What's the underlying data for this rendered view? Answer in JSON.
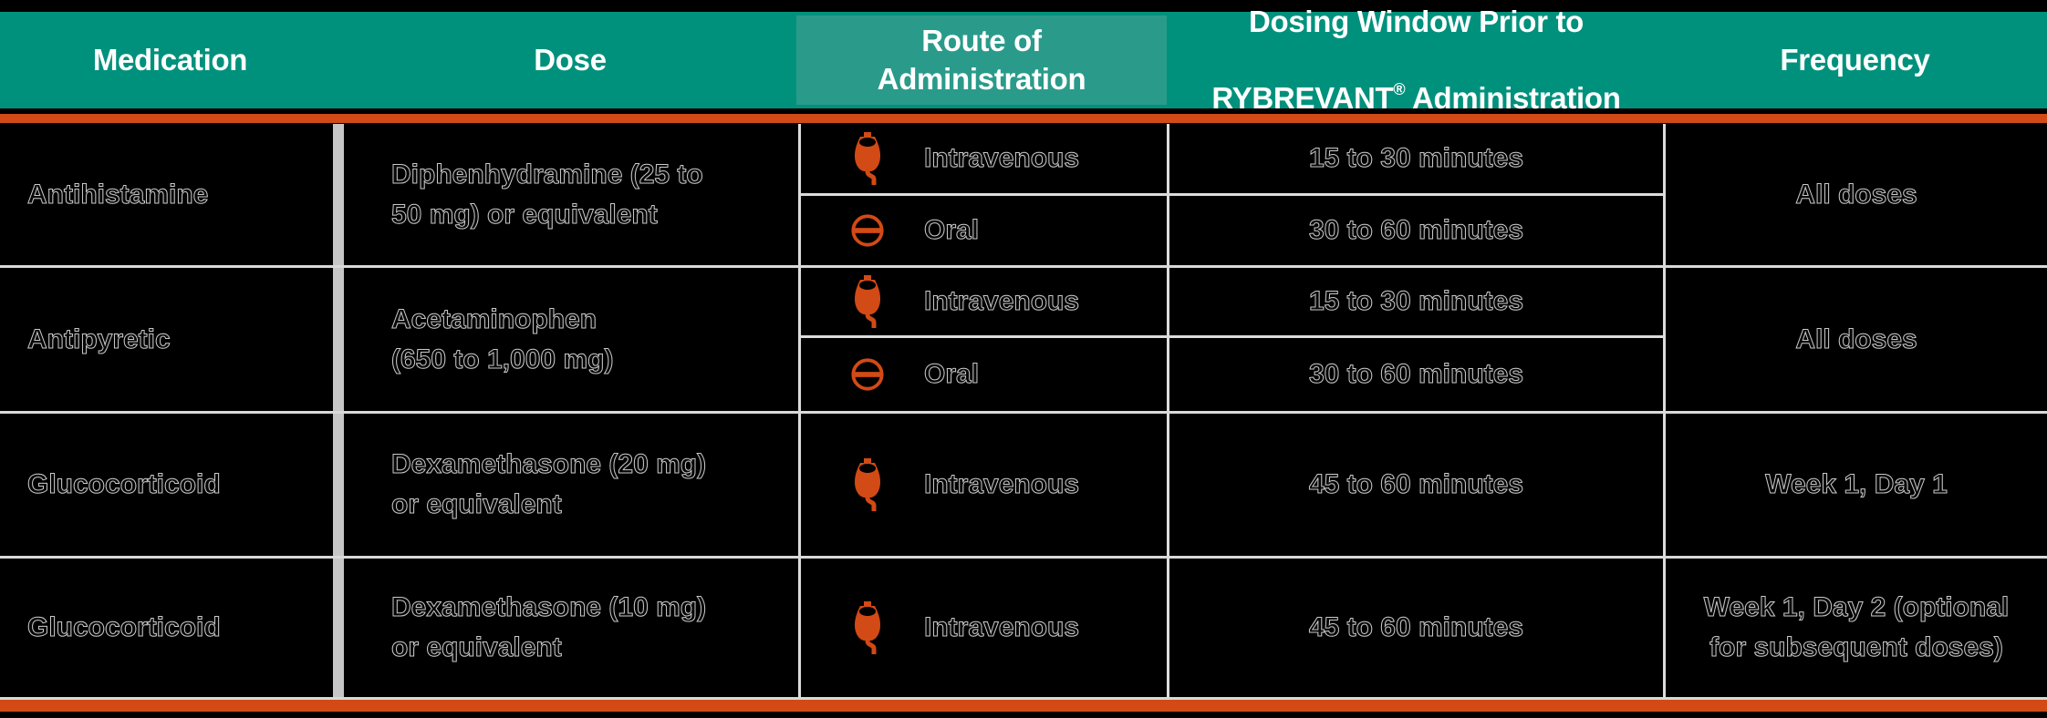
{
  "header": {
    "medication": "Medication",
    "dose": "Dose",
    "route": "Route of\nAdministration",
    "dosing_line1": "Dosing Window Prior to",
    "dosing_brand": "RYBREVANT",
    "dosing_reg": "®",
    "dosing_line2_rest": " Administration",
    "frequency": "Frequency"
  },
  "rows": [
    {
      "medication": "Antihistamine",
      "dose": "Diphenhydramine (25 to\n50 mg) or equivalent",
      "frequency": "All doses",
      "routes": [
        {
          "icon": "iv-bag-icon",
          "label": "Intravenous",
          "window": "15 to 30 minutes"
        },
        {
          "icon": "oral-tablet-icon",
          "label": "Oral",
          "window": "30 to 60 minutes"
        }
      ]
    },
    {
      "medication": "Antipyretic",
      "dose": "Acetaminophen\n(650 to 1,000 mg)",
      "frequency": "All doses",
      "routes": [
        {
          "icon": "iv-bag-icon",
          "label": "Intravenous",
          "window": "15 to 30 minutes"
        },
        {
          "icon": "oral-tablet-icon",
          "label": "Oral",
          "window": "30 to 60 minutes"
        }
      ]
    },
    {
      "medication": "Glucocorticoid",
      "dose": "Dexamethasone (20 mg)\nor equivalent",
      "frequency": "Week 1, Day 1",
      "routes": [
        {
          "icon": "iv-bag-icon",
          "label": "Intravenous",
          "window": "45 to 60 minutes"
        }
      ]
    },
    {
      "medication": "Glucocorticoid",
      "dose": "Dexamethasone (10 mg)\nor equivalent",
      "frequency": "Week 1, Day 2 (optional\nfor subsequent doses)",
      "routes": [
        {
          "icon": "iv-bag-icon",
          "label": "Intravenous",
          "window": "45 to 60 minutes"
        }
      ]
    }
  ],
  "colors": {
    "teal": "#00917D",
    "teal_light": "#2A9B8A",
    "orange": "#D24A15",
    "divider": "#D9D9D9",
    "bar_gray": "#C6C6C6",
    "header_text": "#FFFFFF"
  },
  "chart_data": {
    "type": "table",
    "title": "Premedications prior to RYBREVANT® administration",
    "columns": [
      "Medication",
      "Dose",
      "Route of Administration",
      "Dosing Window Prior to RYBREVANT® Administration",
      "Frequency"
    ],
    "rows": [
      [
        "Antihistamine",
        "Diphenhydramine (25 to 50 mg) or equivalent",
        "Intravenous / Oral",
        "15 to 30 minutes / 30 to 60 minutes",
        "All doses"
      ],
      [
        "Antipyretic",
        "Acetaminophen (650 to 1,000 mg)",
        "Intravenous / Oral",
        "15 to 30 minutes / 30 to 60 minutes",
        "All doses"
      ],
      [
        "Glucocorticoid",
        "Dexamethasone (20 mg) or equivalent",
        "Intravenous",
        "45 to 60 minutes",
        "Week 1, Day 1"
      ],
      [
        "Glucocorticoid",
        "Dexamethasone (10 mg) or equivalent",
        "Intravenous",
        "45 to 60 minutes",
        "Week 1, Day 2 (optional for subsequent doses)"
      ]
    ]
  }
}
